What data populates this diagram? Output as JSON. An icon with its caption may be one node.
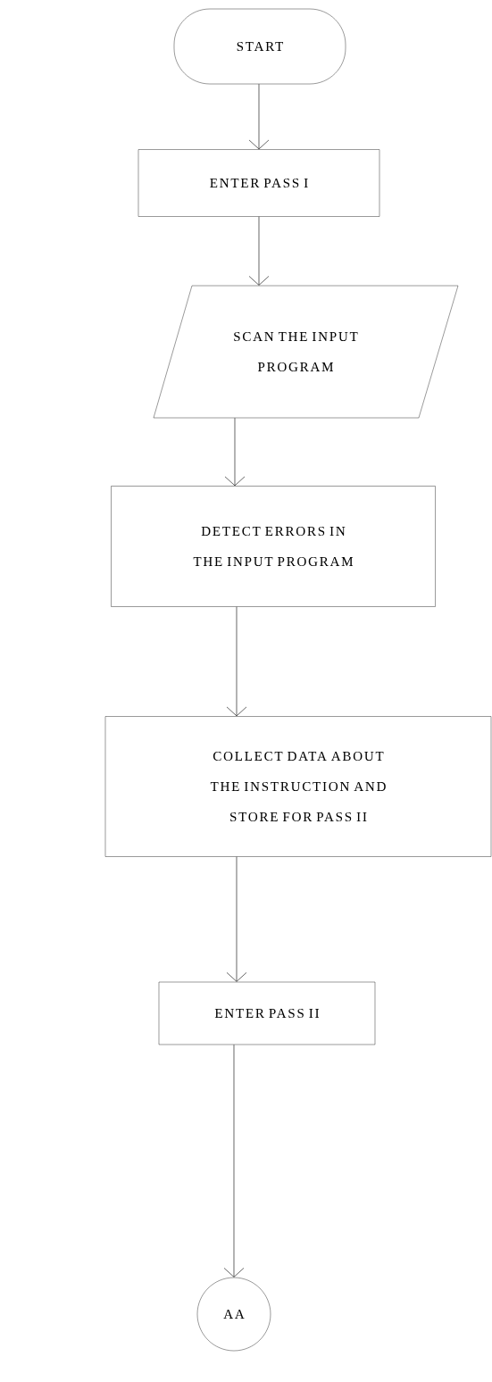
{
  "diagram": {
    "nodes": [
      {
        "text": [
          "START"
        ]
      },
      {
        "text": [
          "ENTER PASS I"
        ]
      },
      {
        "text": [
          "SCAN THE INPUT PROGRAM"
        ]
      },
      {
        "text": [
          "DETECT ERRORS IN THE INPUT PROGRAM"
        ]
      },
      {
        "text": [
          "COLLECT DATA ABOUT THE INSTRUCTION AND STORE FOR PASS II"
        ]
      },
      {
        "text": [
          "ENTER PASS II"
        ]
      },
      {
        "text": [
          "AA"
        ]
      }
    ],
    "edges": [
      {
        "from": 0,
        "to": 1,
        "arrow": "to"
      },
      {
        "from": 1,
        "to": 2,
        "arrow": "to"
      },
      {
        "from": 2,
        "to": 3,
        "arrow": "to"
      },
      {
        "from": 3,
        "to": 4,
        "arrow": "to"
      },
      {
        "from": 4,
        "to": 5,
        "arrow": "to"
      },
      {
        "from": 5,
        "to": 6,
        "arrow": "to"
      }
    ]
  }
}
